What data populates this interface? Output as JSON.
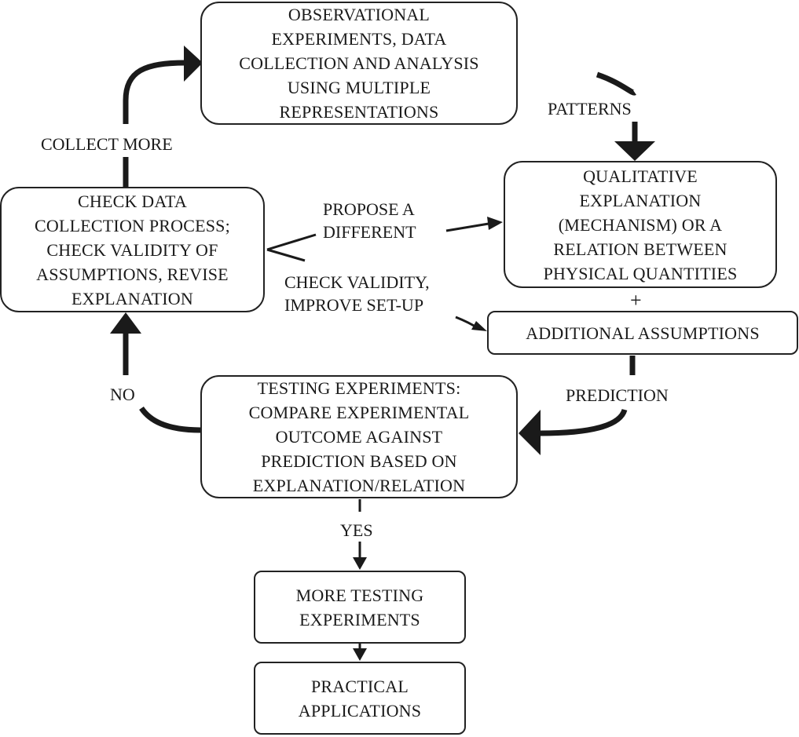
{
  "nodes": {
    "observational": "OBSERVATIONAL\nEXPERIMENTS, DATA\nCOLLECTION AND ANALYSIS\nUSING MULTIPLE\nREPRESENTATIONS",
    "qualitative": "QUALITATIVE\nEXPLANATION\n(MECHANISM) OR A\nRELATION BETWEEN\nPHYSICAL QUANTITIES",
    "additional": "ADDITIONAL ASSUMPTIONS",
    "check": "CHECK DATA\nCOLLECTION PROCESS;\nCHECK VALIDITY OF\nASSUMPTIONS, REVISE\nEXPLANATION",
    "testing": "TESTING EXPERIMENTS:\nCOMPARE EXPERIMENTAL\nOUTCOME AGAINST\nPREDICTION BASED ON\nEXPLANATION/RELATION",
    "more_testing": "MORE TESTING\nEXPERIMENTS",
    "practical": "PRACTICAL\nAPPLICATIONS"
  },
  "labels": {
    "patterns": "PATTERNS",
    "collect_more": "COLLECT MORE",
    "propose": "PROPOSE A\nDIFFERENT",
    "check_validity": "CHECK VALIDITY,\nIMPROVE SET-UP",
    "plus": "+",
    "prediction": "PREDICTION",
    "no": "NO",
    "yes": "YES"
  }
}
